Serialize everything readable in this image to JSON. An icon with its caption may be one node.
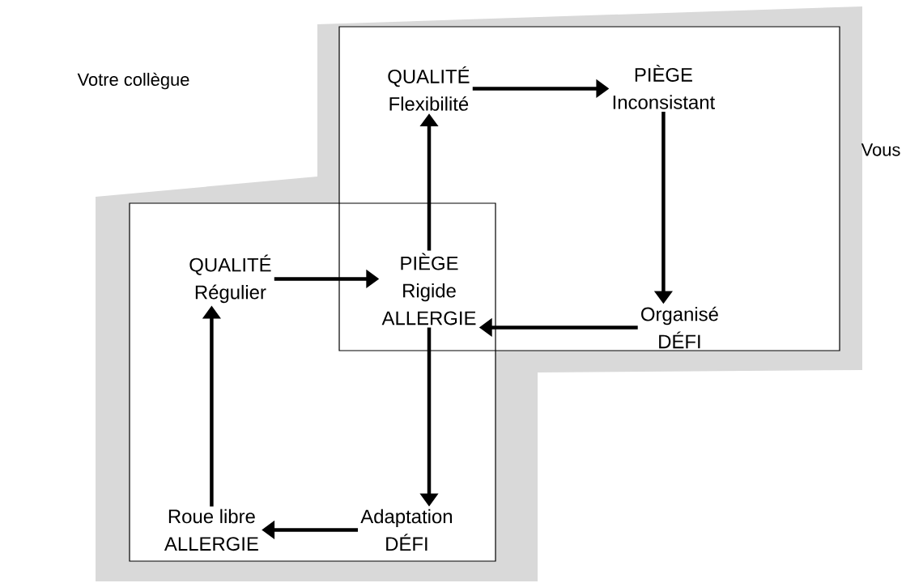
{
  "diagram": {
    "nodes": [
      {
        "text": [],
        "shape": "box"
      },
      {
        "text": [],
        "shape": "box"
      },
      {
        "text": [
          "QUALITÉ",
          "Flexibilité"
        ],
        "in": 0
      },
      {
        "text": [
          "PIÈGE",
          "Inconsistant"
        ],
        "in": 0
      },
      {
        "text": [
          "Organisé",
          "DÉFI"
        ],
        "in": 0
      },
      {
        "text": [
          "PIÈGE",
          "Rigide",
          "ALLERGIE"
        ]
      },
      {
        "text": [
          "QUALITÉ",
          "Régulier"
        ],
        "in": 1
      },
      {
        "text": [
          "Roue libre",
          "ALLERGIE"
        ],
        "in": 1
      },
      {
        "text": [
          "Adaptation",
          "DÉFI"
        ],
        "in": 1
      }
    ],
    "edges": [
      {
        "from": 2,
        "to": 3,
        "arrow": "to"
      },
      {
        "from": 3,
        "to": 4,
        "arrow": "to"
      },
      {
        "from": 4,
        "to": 5,
        "arrow": "to"
      },
      {
        "from": 5,
        "to": 2,
        "arrow": "to"
      },
      {
        "from": 6,
        "to": 5,
        "arrow": "to"
      },
      {
        "from": 5,
        "to": 8,
        "arrow": "to"
      },
      {
        "from": 8,
        "to": 7,
        "arrow": "to"
      },
      {
        "from": 7,
        "to": 6,
        "arrow": "to"
      }
    ],
    "labels": [
      "Votre collègue",
      "Vous"
    ]
  }
}
